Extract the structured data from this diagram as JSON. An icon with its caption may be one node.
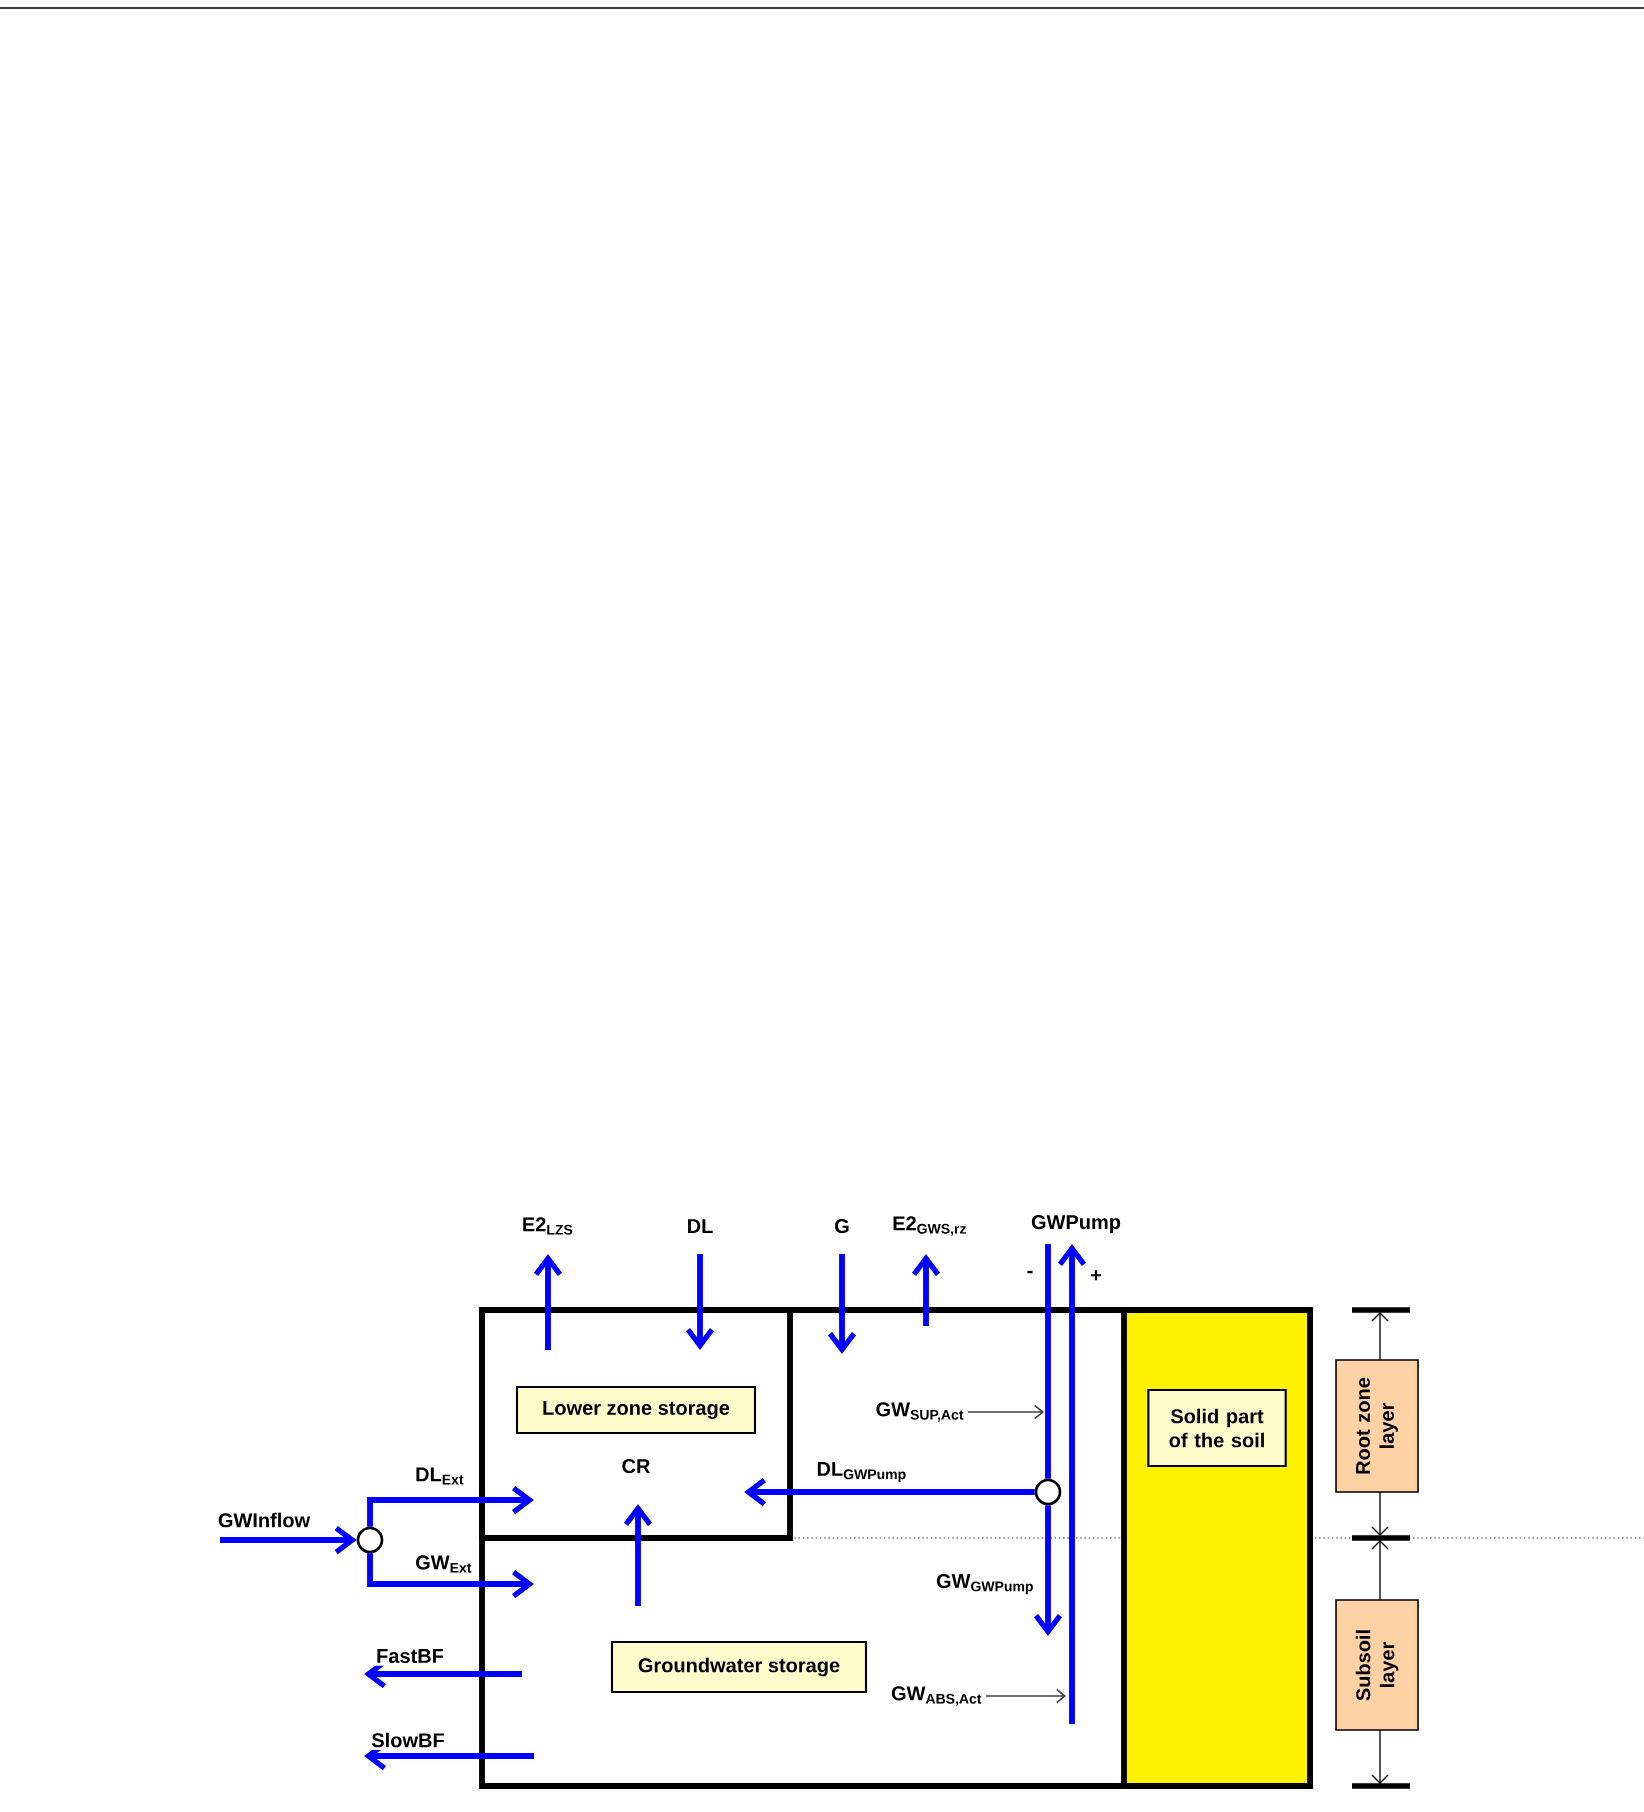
{
  "diagram": {
    "nodes": [
      {
        "text": [],
        "shape": "box"
      },
      {
        "text": [
          "Lower zone storage"
        ],
        "in": 0
      },
      {
        "text": [
          "Groundwater storage"
        ],
        "in": 0
      },
      {
        "text": [
          "Solid part of the soil"
        ],
        "in": 0
      },
      {
        "text": [
          "Root zone layer"
        ]
      },
      {
        "text": [
          "Subsoil layer"
        ]
      },
      {
        "text": [],
        "shape": "circle"
      },
      {
        "text": [],
        "shape": "circle",
        "in": 0
      },
      {
        "text": [
          "GW$_{SUP,Act}$"
        ],
        "in": 0
      },
      {
        "text": [
          "GW$_{ABS,Act}$"
        ],
        "in": 0
      },
      {
        "text": [
          "GWPump"
        ]
      }
    ],
    "edges": [
      {
        "from": null,
        "to": 6,
        "arrow": "to",
        "label": "GWInflow"
      },
      {
        "from": 6,
        "to": 1,
        "arrow": "to",
        "label": "DL$_{Ext}$"
      },
      {
        "from": 6,
        "to": 0,
        "arrow": "to",
        "label": "GW$_{Ext}$"
      },
      {
        "from": 0,
        "to": null,
        "arrow": "to",
        "label": "FastBF"
      },
      {
        "from": 0,
        "to": null,
        "arrow": "to",
        "label": "SlowBF"
      },
      {
        "from": 1,
        "to": null,
        "arrow": "to",
        "label": "E2$_{LZS}$"
      },
      {
        "from": null,
        "to": 1,
        "arrow": "to",
        "label": "DL"
      },
      {
        "from": null,
        "to": 0,
        "arrow": "to",
        "label": "G"
      },
      {
        "from": 0,
        "to": null,
        "arrow": "to",
        "label": "E2$_{GWS,rz}$"
      },
      {
        "from": 10,
        "to": 7,
        "arrow": "none",
        "label": "-"
      },
      {
        "from": 7,
        "to": 1,
        "arrow": "to",
        "label": "DL$_{GWPump}$"
      },
      {
        "from": 7,
        "to": null,
        "arrow": "to",
        "label": "GW$_{GWPump}$"
      },
      {
        "from": null,
        "to": 10,
        "arrow": "to",
        "label": "+"
      },
      {
        "from": null,
        "to": 1,
        "arrow": "to",
        "label": "CR"
      },
      {
        "from": 8,
        "to": null,
        "arrow": "to",
        "color": "#404040"
      },
      {
        "from": 9,
        "to": null,
        "arrow": "to",
        "color": "#404040"
      }
    ]
  }
}
